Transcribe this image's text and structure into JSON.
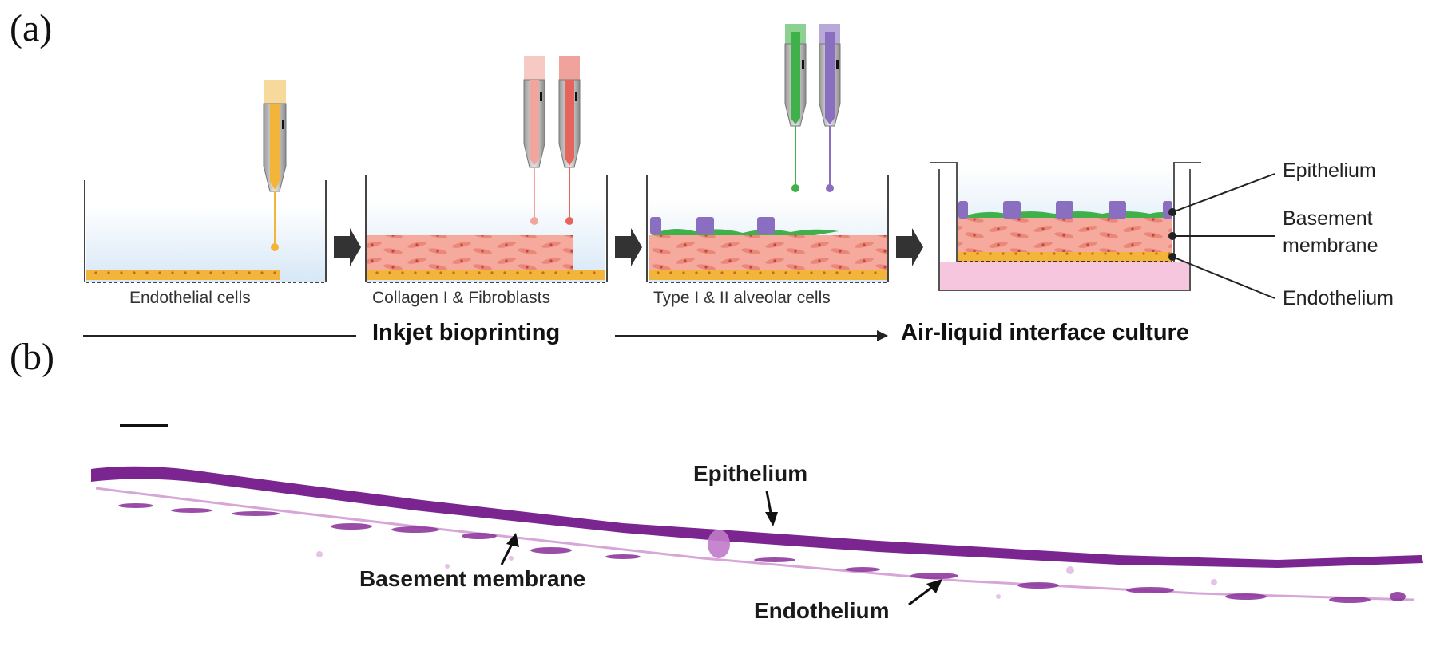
{
  "panels": {
    "a": "(a)",
    "b": "(b)"
  },
  "steps": [
    {
      "caption": "Endothelial cells"
    },
    {
      "caption": "Collagen I & Fibroblasts"
    },
    {
      "caption": "Type I & II alveolar cells"
    }
  ],
  "process": {
    "bioprinting": "Inkjet bioprinting",
    "ali": "Air-liquid interface culture"
  },
  "layers": {
    "epithelium": "Epithelium",
    "basement_1": "Basement",
    "basement_2": "membrane",
    "endothelium": "Endothelium"
  },
  "histology": {
    "epithelium": "Epithelium",
    "basement": "Basement membrane",
    "endothelium": "Endothelium"
  },
  "colors": {
    "endothelial": "#f3b43a",
    "fibroblast": "#f4a59a",
    "type1": "#3fb04a",
    "type2": "#8a6fc0",
    "medium": "#dcebf7",
    "ali_medium": "#f5c6dd",
    "stain": "#7a2590"
  }
}
